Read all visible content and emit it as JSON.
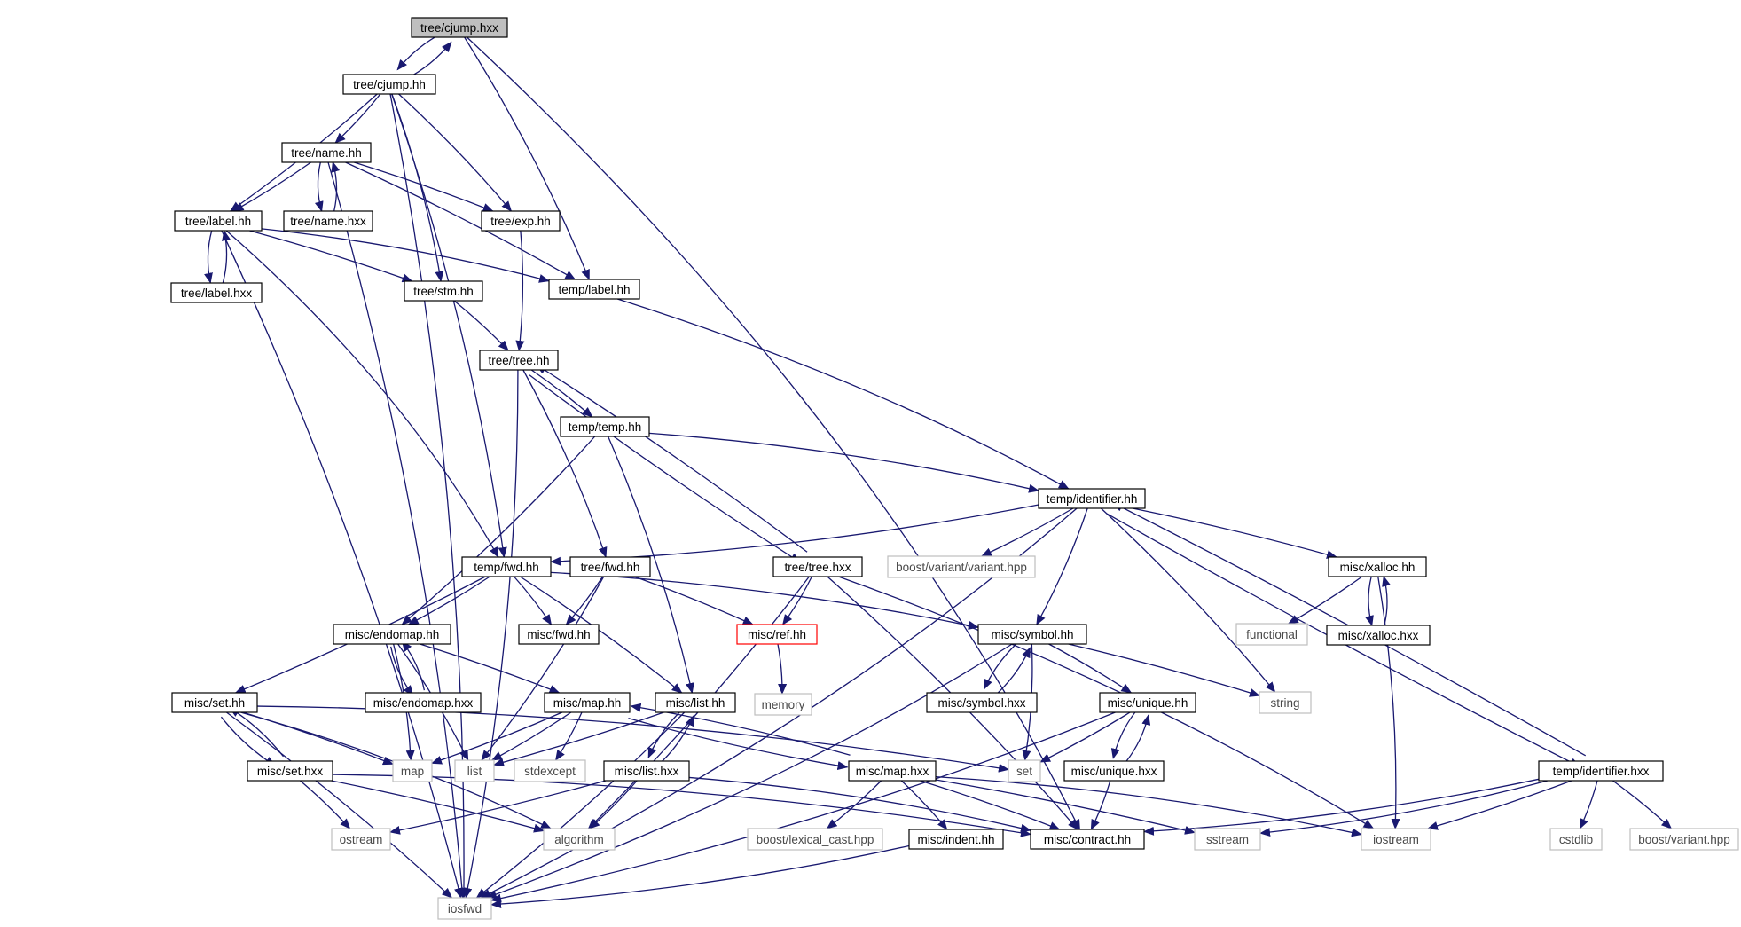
{
  "graph": {
    "colors": {
      "edge": "#191970",
      "root_fill": "#bfbfbf",
      "root_border": "#000000",
      "header_border": "#000000",
      "std_border": "#bfbfbf",
      "highlight_border": "#ff0000"
    },
    "nodes": [
      {
        "id": "n_cjump_hxx",
        "label": "tree/cjump.hxx",
        "kind": "root"
      },
      {
        "id": "n_cjump_hh",
        "label": "tree/cjump.hh",
        "kind": "header"
      },
      {
        "id": "n_name_hh",
        "label": "tree/name.hh",
        "kind": "header"
      },
      {
        "id": "n_name_hxx",
        "label": "tree/name.hxx",
        "kind": "header"
      },
      {
        "id": "n_label_hh",
        "label": "tree/label.hh",
        "kind": "header"
      },
      {
        "id": "n_label_hxx",
        "label": "tree/label.hxx",
        "kind": "header"
      },
      {
        "id": "n_exp_hh",
        "label": "tree/exp.hh",
        "kind": "header"
      },
      {
        "id": "n_tlabel_hh",
        "label": "temp/label.hh",
        "kind": "header"
      },
      {
        "id": "n_stm_hh",
        "label": "tree/stm.hh",
        "kind": "header"
      },
      {
        "id": "n_tree_hh",
        "label": "tree/tree.hh",
        "kind": "header"
      },
      {
        "id": "n_temp_hh",
        "label": "temp/temp.hh",
        "kind": "header"
      },
      {
        "id": "n_ident_hh",
        "label": "temp/identifier.hh",
        "kind": "header"
      },
      {
        "id": "n_tfwd_hh",
        "label": "temp/fwd.hh",
        "kind": "header"
      },
      {
        "id": "n_treefwd_hh",
        "label": "tree/fwd.hh",
        "kind": "header"
      },
      {
        "id": "n_tree_hxx",
        "label": "tree/tree.hxx",
        "kind": "header"
      },
      {
        "id": "n_boostvar",
        "label": "boost/variant/variant.hpp",
        "kind": "std"
      },
      {
        "id": "n_xalloc_hh",
        "label": "misc/xalloc.hh",
        "kind": "header"
      },
      {
        "id": "n_endomap_hh",
        "label": "misc/endomap.hh",
        "kind": "header"
      },
      {
        "id": "n_mfwd_hh",
        "label": "misc/fwd.hh",
        "kind": "header"
      },
      {
        "id": "n_ref_hh",
        "label": "misc/ref.hh",
        "kind": "highlight"
      },
      {
        "id": "n_symbol_hh",
        "label": "misc/symbol.hh",
        "kind": "header"
      },
      {
        "id": "n_functional",
        "label": "functional",
        "kind": "std"
      },
      {
        "id": "n_xalloc_hxx",
        "label": "misc/xalloc.hxx",
        "kind": "header"
      },
      {
        "id": "n_memory",
        "label": "memory",
        "kind": "std"
      },
      {
        "id": "n_set_hh",
        "label": "misc/set.hh",
        "kind": "header"
      },
      {
        "id": "n_endomap_hxx",
        "label": "misc/endomap.hxx",
        "kind": "header"
      },
      {
        "id": "n_map_hh",
        "label": "misc/map.hh",
        "kind": "header"
      },
      {
        "id": "n_list_hh",
        "label": "misc/list.hh",
        "kind": "header"
      },
      {
        "id": "n_symbol_hxx",
        "label": "misc/symbol.hxx",
        "kind": "header"
      },
      {
        "id": "n_unique_hh",
        "label": "misc/unique.hh",
        "kind": "header"
      },
      {
        "id": "n_string",
        "label": "string",
        "kind": "std"
      },
      {
        "id": "n_set_hxx",
        "label": "misc/set.hxx",
        "kind": "header"
      },
      {
        "id": "n_map",
        "label": "map",
        "kind": "std"
      },
      {
        "id": "n_list",
        "label": "list",
        "kind": "std"
      },
      {
        "id": "n_stdexcept",
        "label": "stdexcept",
        "kind": "std"
      },
      {
        "id": "n_list_hxx",
        "label": "misc/list.hxx",
        "kind": "header"
      },
      {
        "id": "n_map_hxx",
        "label": "misc/map.hxx",
        "kind": "header"
      },
      {
        "id": "n_set",
        "label": "set",
        "kind": "std"
      },
      {
        "id": "n_unique_hxx",
        "label": "misc/unique.hxx",
        "kind": "header"
      },
      {
        "id": "n_ident_hxx",
        "label": "temp/identifier.hxx",
        "kind": "header"
      },
      {
        "id": "n_ostream",
        "label": "ostream",
        "kind": "std"
      },
      {
        "id": "n_algorithm",
        "label": "algorithm",
        "kind": "std"
      },
      {
        "id": "n_lexcast",
        "label": "boost/lexical_cast.hpp",
        "kind": "std"
      },
      {
        "id": "n_indent_hh",
        "label": "misc/indent.hh",
        "kind": "header"
      },
      {
        "id": "n_contract_hh",
        "label": "misc/contract.hh",
        "kind": "header"
      },
      {
        "id": "n_sstream",
        "label": "sstream",
        "kind": "std"
      },
      {
        "id": "n_iostream",
        "label": "iostream",
        "kind": "std"
      },
      {
        "id": "n_cstdlib",
        "label": "cstdlib",
        "kind": "std"
      },
      {
        "id": "n_boostvariant",
        "label": "boost/variant.hpp",
        "kind": "std"
      },
      {
        "id": "n_iosfwd",
        "label": "iosfwd",
        "kind": "std"
      }
    ],
    "edges": [
      {
        "from": "n_cjump_hxx",
        "to": "n_cjump_hh"
      },
      {
        "from": "n_cjump_hh",
        "to": "n_cjump_hxx"
      },
      {
        "from": "n_cjump_hxx",
        "to": "n_tlabel_hh"
      },
      {
        "from": "n_cjump_hxx",
        "to": "n_contract_hh"
      },
      {
        "from": "n_cjump_hh",
        "to": "n_name_hh"
      },
      {
        "from": "n_cjump_hh",
        "to": "n_label_hh"
      },
      {
        "from": "n_cjump_hh",
        "to": "n_exp_hh"
      },
      {
        "from": "n_cjump_hh",
        "to": "n_stm_hh"
      },
      {
        "from": "n_cjump_hh",
        "to": "n_tfwd_hh"
      },
      {
        "from": "n_cjump_hh",
        "to": "n_iosfwd"
      },
      {
        "from": "n_name_hh",
        "to": "n_name_hxx"
      },
      {
        "from": "n_name_hxx",
        "to": "n_name_hh"
      },
      {
        "from": "n_name_hh",
        "to": "n_label_hh"
      },
      {
        "from": "n_name_hh",
        "to": "n_exp_hh"
      },
      {
        "from": "n_name_hh",
        "to": "n_tlabel_hh"
      },
      {
        "from": "n_name_hh",
        "to": "n_iosfwd"
      },
      {
        "from": "n_label_hh",
        "to": "n_label_hxx"
      },
      {
        "from": "n_label_hxx",
        "to": "n_label_hh"
      },
      {
        "from": "n_label_hh",
        "to": "n_stm_hh"
      },
      {
        "from": "n_label_hh",
        "to": "n_tlabel_hh"
      },
      {
        "from": "n_label_hh",
        "to": "n_tfwd_hh"
      },
      {
        "from": "n_label_hh",
        "to": "n_iosfwd"
      },
      {
        "from": "n_exp_hh",
        "to": "n_tree_hh"
      },
      {
        "from": "n_stm_hh",
        "to": "n_tree_hh"
      },
      {
        "from": "n_tlabel_hh",
        "to": "n_ident_hh"
      },
      {
        "from": "n_tree_hh",
        "to": "n_temp_hh"
      },
      {
        "from": "n_tree_hh",
        "to": "n_treefwd_hh"
      },
      {
        "from": "n_tree_hh",
        "to": "n_tree_hxx"
      },
      {
        "from": "n_tree_hxx",
        "to": "n_tree_hh"
      },
      {
        "from": "n_tree_hh",
        "to": "n_iosfwd"
      },
      {
        "from": "n_temp_hh",
        "to": "n_ident_hh"
      },
      {
        "from": "n_temp_hh",
        "to": "n_endomap_hh"
      },
      {
        "from": "n_temp_hh",
        "to": "n_list_hh"
      },
      {
        "from": "n_ident_hh",
        "to": "n_tfwd_hh"
      },
      {
        "from": "n_ident_hh",
        "to": "n_boostvar"
      },
      {
        "from": "n_ident_hh",
        "to": "n_symbol_hh"
      },
      {
        "from": "n_ident_hh",
        "to": "n_xalloc_hh"
      },
      {
        "from": "n_ident_hh",
        "to": "n_string"
      },
      {
        "from": "n_ident_hh",
        "to": "n_ident_hxx"
      },
      {
        "from": "n_ident_hxx",
        "to": "n_ident_hh"
      },
      {
        "from": "n_ident_hh",
        "to": "n_iosfwd"
      },
      {
        "from": "n_tfwd_hh",
        "to": "n_endomap_hh"
      },
      {
        "from": "n_tfwd_hh",
        "to": "n_mfwd_hh"
      },
      {
        "from": "n_tfwd_hh",
        "to": "n_set_hh"
      },
      {
        "from": "n_tfwd_hh",
        "to": "n_list_hh"
      },
      {
        "from": "n_tfwd_hh",
        "to": "n_symbol_hh"
      },
      {
        "from": "n_treefwd_hh",
        "to": "n_mfwd_hh"
      },
      {
        "from": "n_treefwd_hh",
        "to": "n_ref_hh"
      },
      {
        "from": "n_treefwd_hh",
        "to": "n_list"
      },
      {
        "from": "n_tree_hxx",
        "to": "n_ref_hh"
      },
      {
        "from": "n_tree_hxx",
        "to": "n_algorithm"
      },
      {
        "from": "n_tree_hxx",
        "to": "n_contract_hh"
      },
      {
        "from": "n_tree_hxx",
        "to": "n_iostream"
      },
      {
        "from": "n_ref_hh",
        "to": "n_memory"
      },
      {
        "from": "n_xalloc_hh",
        "to": "n_functional"
      },
      {
        "from": "n_xalloc_hh",
        "to": "n_xalloc_hxx"
      },
      {
        "from": "n_xalloc_hxx",
        "to": "n_xalloc_hh"
      },
      {
        "from": "n_xalloc_hh",
        "to": "n_iostream"
      },
      {
        "from": "n_endomap_hh",
        "to": "n_endomap_hxx"
      },
      {
        "from": "n_endomap_hxx",
        "to": "n_endomap_hh"
      },
      {
        "from": "n_endomap_hh",
        "to": "n_map_hh"
      },
      {
        "from": "n_endomap_hh",
        "to": "n_map"
      },
      {
        "from": "n_endomap_hh",
        "to": "n_list"
      },
      {
        "from": "n_symbol_hh",
        "to": "n_symbol_hxx"
      },
      {
        "from": "n_symbol_hxx",
        "to": "n_symbol_hh"
      },
      {
        "from": "n_symbol_hh",
        "to": "n_unique_hh"
      },
      {
        "from": "n_symbol_hh",
        "to": "n_string"
      },
      {
        "from": "n_symbol_hh",
        "to": "n_set"
      },
      {
        "from": "n_symbol_hh",
        "to": "n_iosfwd"
      },
      {
        "from": "n_set_hh",
        "to": "n_set_hxx"
      },
      {
        "from": "n_set_hxx",
        "to": "n_set_hh"
      },
      {
        "from": "n_set_hh",
        "to": "n_map"
      },
      {
        "from": "n_set_hh",
        "to": "n_set"
      },
      {
        "from": "n_set_hh",
        "to": "n_algorithm"
      },
      {
        "from": "n_set_hh",
        "to": "n_iosfwd"
      },
      {
        "from": "n_map_hh",
        "to": "n_map"
      },
      {
        "from": "n_map_hh",
        "to": "n_list"
      },
      {
        "from": "n_map_hh",
        "to": "n_stdexcept"
      },
      {
        "from": "n_map_hh",
        "to": "n_map_hxx"
      },
      {
        "from": "n_map_hxx",
        "to": "n_map_hh"
      },
      {
        "from": "n_list_hh",
        "to": "n_list_hxx"
      },
      {
        "from": "n_list_hxx",
        "to": "n_list_hh"
      },
      {
        "from": "n_list_hh",
        "to": "n_list"
      },
      {
        "from": "n_list_hh",
        "to": "n_iosfwd"
      },
      {
        "from": "n_unique_hh",
        "to": "n_unique_hxx"
      },
      {
        "from": "n_unique_hxx",
        "to": "n_unique_hh"
      },
      {
        "from": "n_unique_hh",
        "to": "n_set"
      },
      {
        "from": "n_unique_hh",
        "to": "n_iosfwd"
      },
      {
        "from": "n_unique_hxx",
        "to": "n_contract_hh"
      },
      {
        "from": "n_set_hxx",
        "to": "n_ostream"
      },
      {
        "from": "n_set_hxx",
        "to": "n_algorithm"
      },
      {
        "from": "n_set_hxx",
        "to": "n_contract_hh"
      },
      {
        "from": "n_list_hxx",
        "to": "n_ostream"
      },
      {
        "from": "n_list_hxx",
        "to": "n_algorithm"
      },
      {
        "from": "n_list_hxx",
        "to": "n_contract_hh"
      },
      {
        "from": "n_map_hxx",
        "to": "n_lexcast"
      },
      {
        "from": "n_map_hxx",
        "to": "n_indent_hh"
      },
      {
        "from": "n_map_hxx",
        "to": "n_contract_hh"
      },
      {
        "from": "n_map_hxx",
        "to": "n_sstream"
      },
      {
        "from": "n_map_hxx",
        "to": "n_iostream"
      },
      {
        "from": "n_indent_hh",
        "to": "n_iosfwd"
      },
      {
        "from": "n_ident_hxx",
        "to": "n_contract_hh"
      },
      {
        "from": "n_ident_hxx",
        "to": "n_sstream"
      },
      {
        "from": "n_ident_hxx",
        "to": "n_iostream"
      },
      {
        "from": "n_ident_hxx",
        "to": "n_cstdlib"
      },
      {
        "from": "n_ident_hxx",
        "to": "n_boostvariant"
      }
    ]
  }
}
